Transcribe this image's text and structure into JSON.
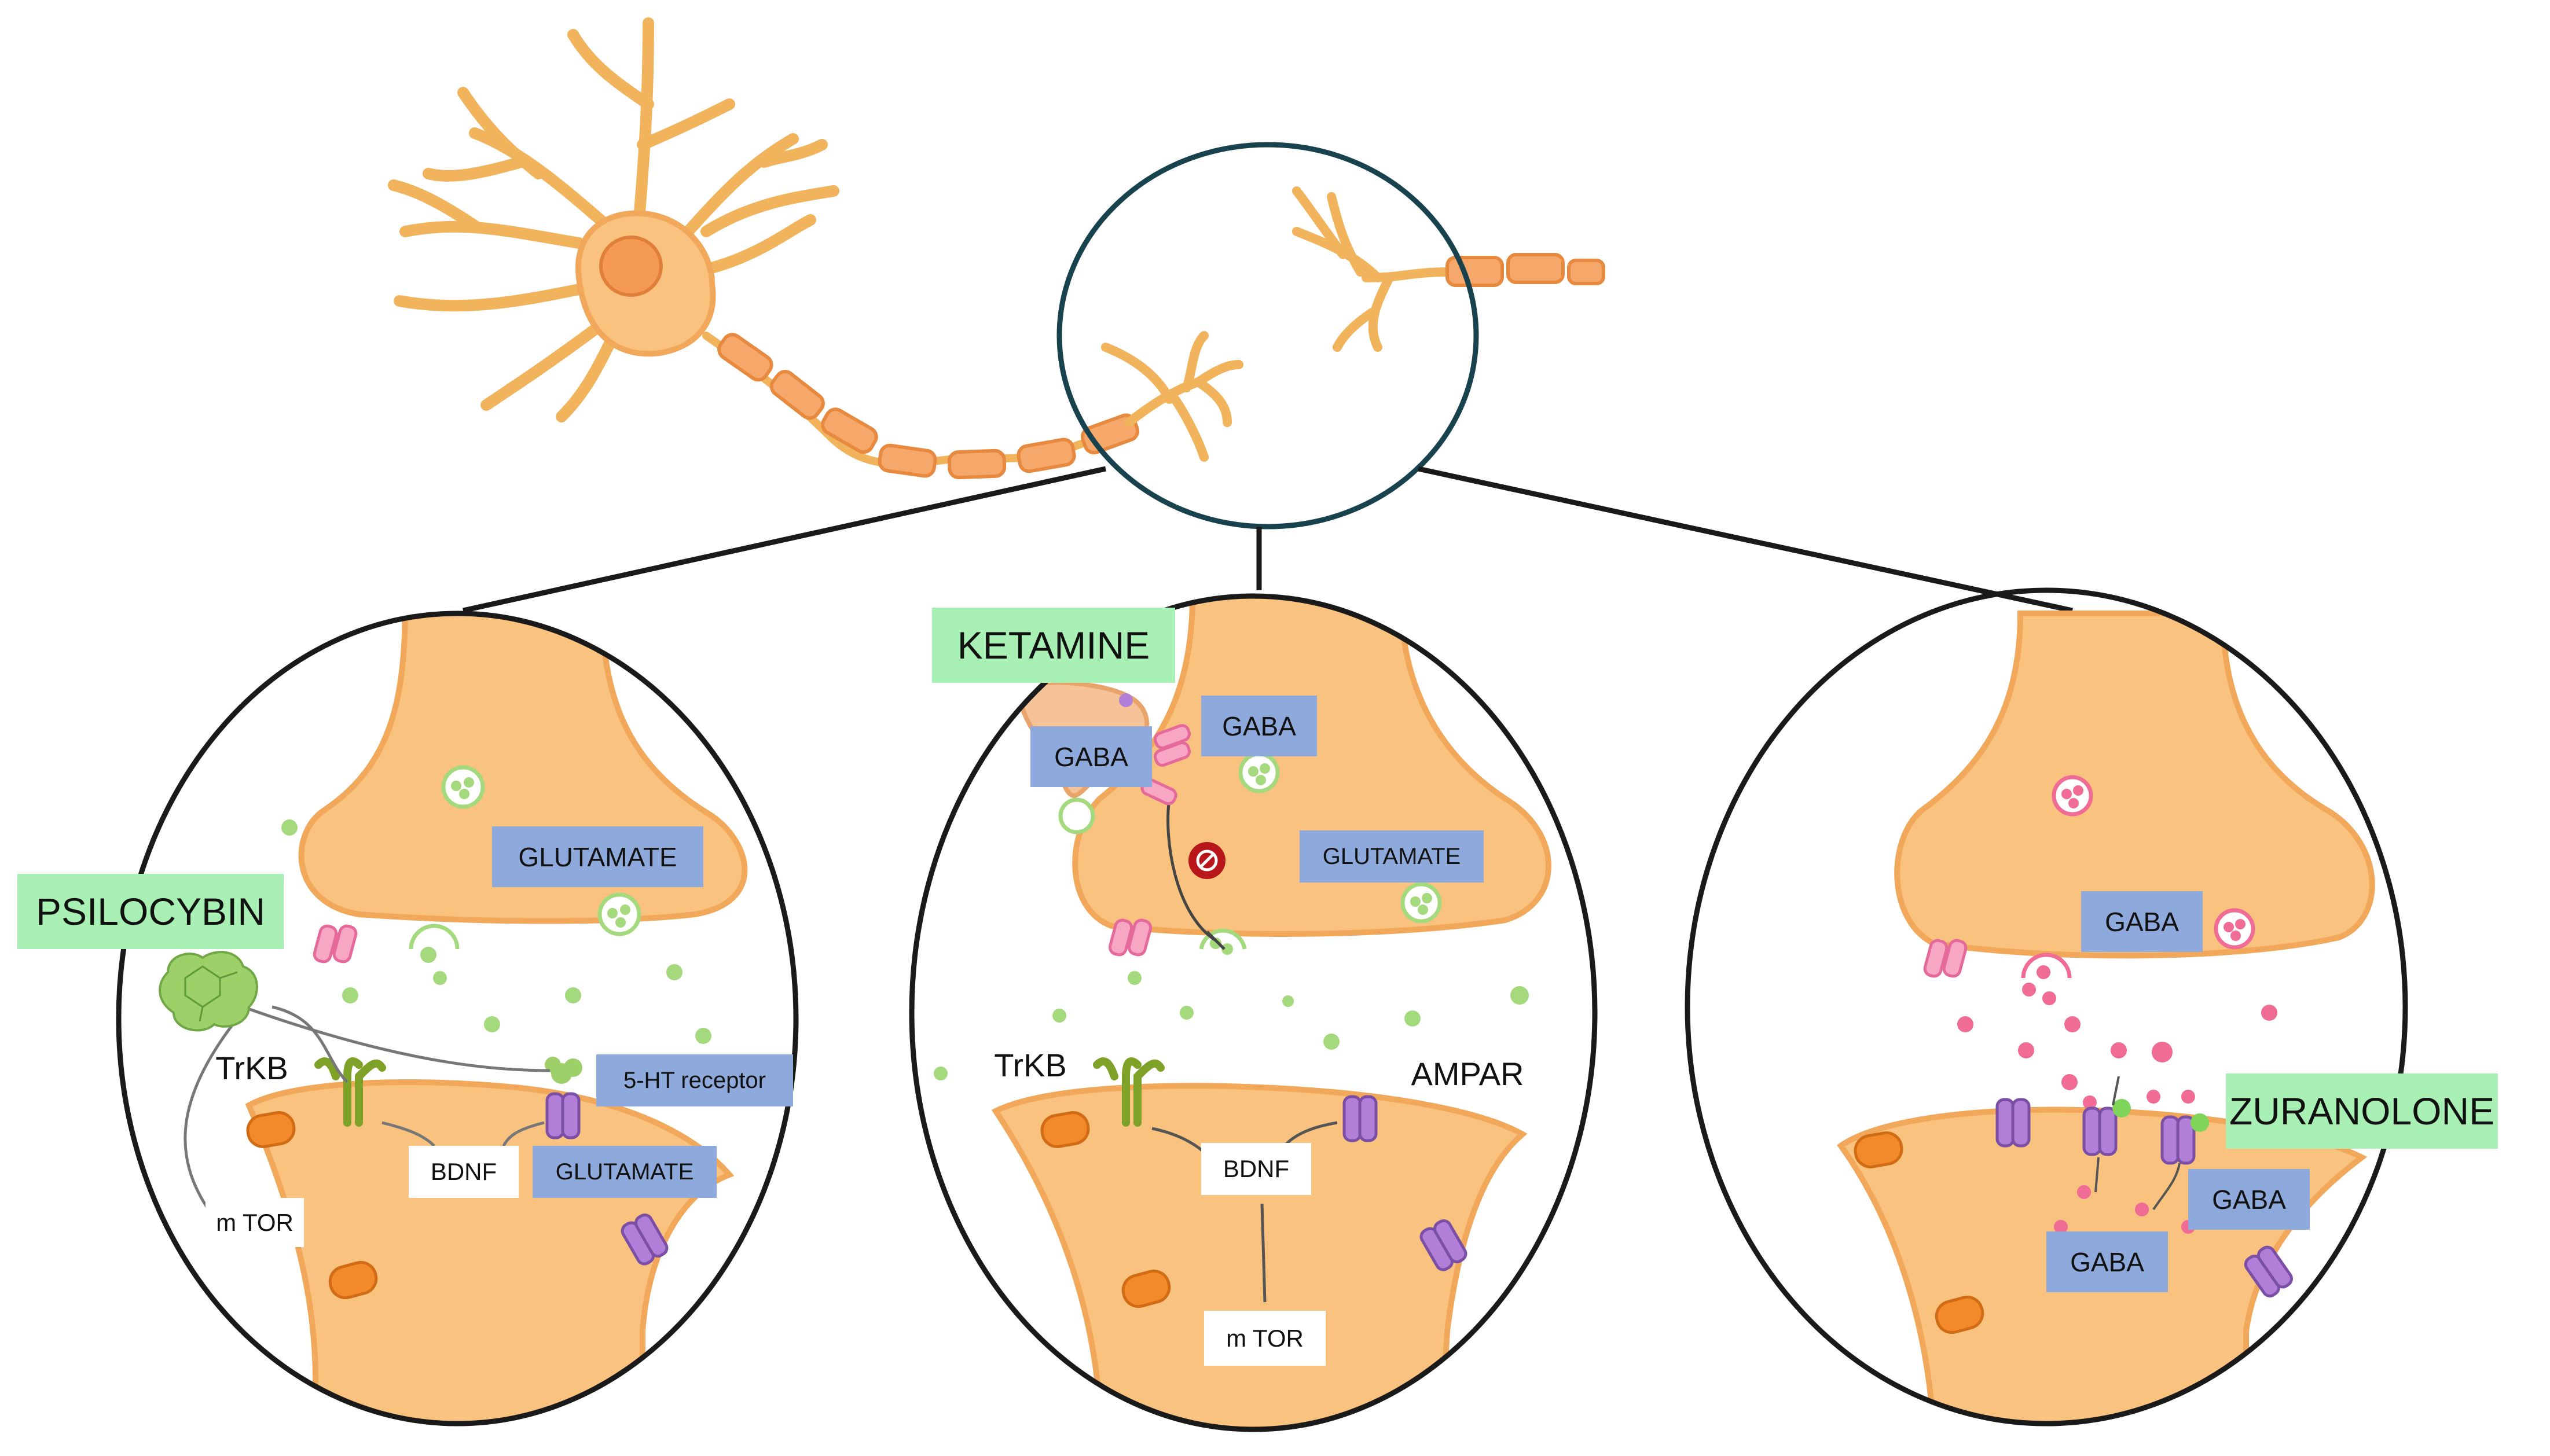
{
  "labels": {
    "psilocybin": "PSILOCYBIN",
    "ketamine": "KETAMINE",
    "zuranolone": "ZURANOLONE",
    "left_glutamate_top": "GLUTAMATE",
    "left_trkb": "TrKB",
    "left_5ht_receptor": "5-HT receptor",
    "left_bdnf": "BDNF",
    "left_glutamate_bottom": "GLUTAMATE",
    "left_mtor": "m TOR",
    "mid_gaba_left": "GABA",
    "mid_gaba_right": "GABA",
    "mid_glutamate": "GLUTAMATE",
    "mid_trkb": "TrKB",
    "mid_ampar": "AMPAR",
    "mid_bdnf": "BDNF",
    "mid_mtor": "m TOR",
    "right_gaba_top": "GABA",
    "right_gaba_mid": "GABA",
    "right_gaba_bottom": "GABA"
  },
  "colors": {
    "cell_fill": "#f9c37f",
    "cell_stroke": "#f1a85a",
    "myelin": "#f6a86a",
    "nucleus": "#f59a55",
    "vesicle_green": "#a5d97e",
    "vesicle_pink": "#f06c95",
    "receptor_pink": "#f7a7c4",
    "receptor_purple": "#b27fd8",
    "channel_orange": "#f28a2c",
    "trkb_green": "#7ea227",
    "label_green": "#a9f0b4",
    "label_blue": "#8ea9db",
    "outline": "#1a1a1a",
    "magnifier": "#18434e"
  }
}
